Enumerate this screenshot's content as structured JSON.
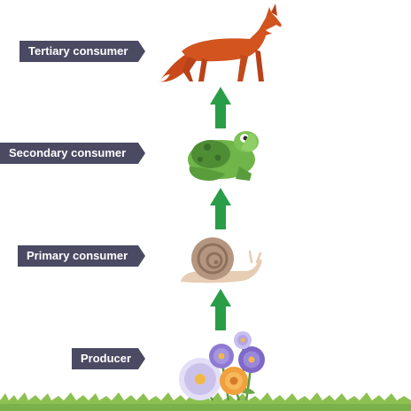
{
  "levels": [
    {
      "label": "Tertiary consumer",
      "organism": "fox"
    },
    {
      "label": "Secondary consumer",
      "organism": "frog"
    },
    {
      "label": "Primary consumer",
      "organism": "snail"
    },
    {
      "label": "Producer",
      "organism": "flowers"
    }
  ],
  "colors": {
    "label_bg": "#4a4a63",
    "arrow": "#2a9d48",
    "fox": "#d2541f",
    "frog": "#6fb54a",
    "snail_shell": "#b49680",
    "snail_body": "#e6cdb3",
    "grass": "#7ab14a",
    "flower_white": "#d8d2f0",
    "flower_purple": "#8f7ad3",
    "flower_orange": "#f0a03c"
  }
}
